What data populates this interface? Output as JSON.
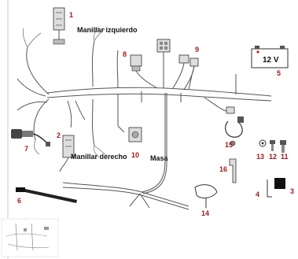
{
  "diagram": {
    "labels": {
      "left_handlebar": "Manillar izquierdo",
      "right_handlebar": "Manillar derecho",
      "ground": "Masa",
      "battery": "12 V"
    },
    "callouts": [
      "1",
      "2",
      "3",
      "4",
      "5",
      "6",
      "7",
      "8",
      "9",
      "10",
      "11",
      "12",
      "13",
      "14",
      "15",
      "16"
    ],
    "colors": {
      "callout": "#a01c1c",
      "line": "#555555",
      "background": "#ffffff"
    }
  }
}
